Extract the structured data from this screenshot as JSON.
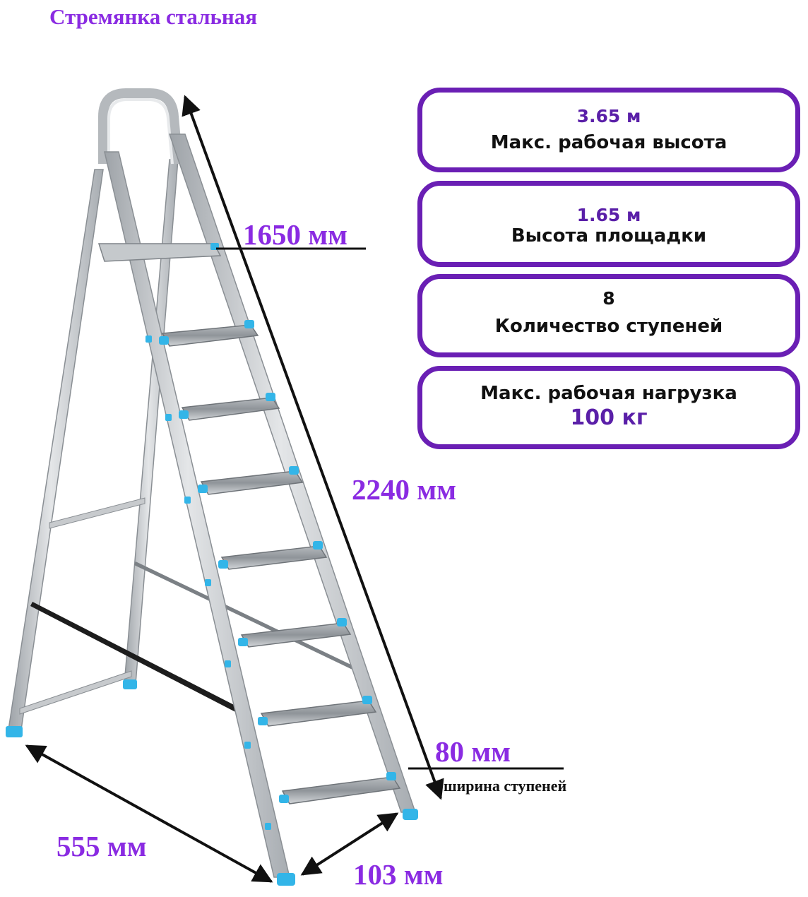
{
  "title": "Стремянка стальная",
  "dimensions": {
    "platform_height": "1650 мм",
    "total_length": "2240 мм",
    "step_width": "80 мм",
    "step_width_note": "ширина ступеней",
    "base_depth": "555 мм",
    "foot_width": "103 мм"
  },
  "specs": [
    {
      "value": "3.65 м",
      "label": "Макс. рабочая высота"
    },
    {
      "value": "1.65 м",
      "label": "Высота площадки"
    },
    {
      "value": "8",
      "label": "Количество ступеней"
    },
    {
      "label": "Макс. рабочая нагрузка",
      "value": "100 кг"
    }
  ],
  "colors": {
    "accent_text": "#8a2be2",
    "card_border": "#6a1fb4",
    "ladder_metal": "#c9ccd0",
    "foot_caps": "#33b5e8"
  }
}
